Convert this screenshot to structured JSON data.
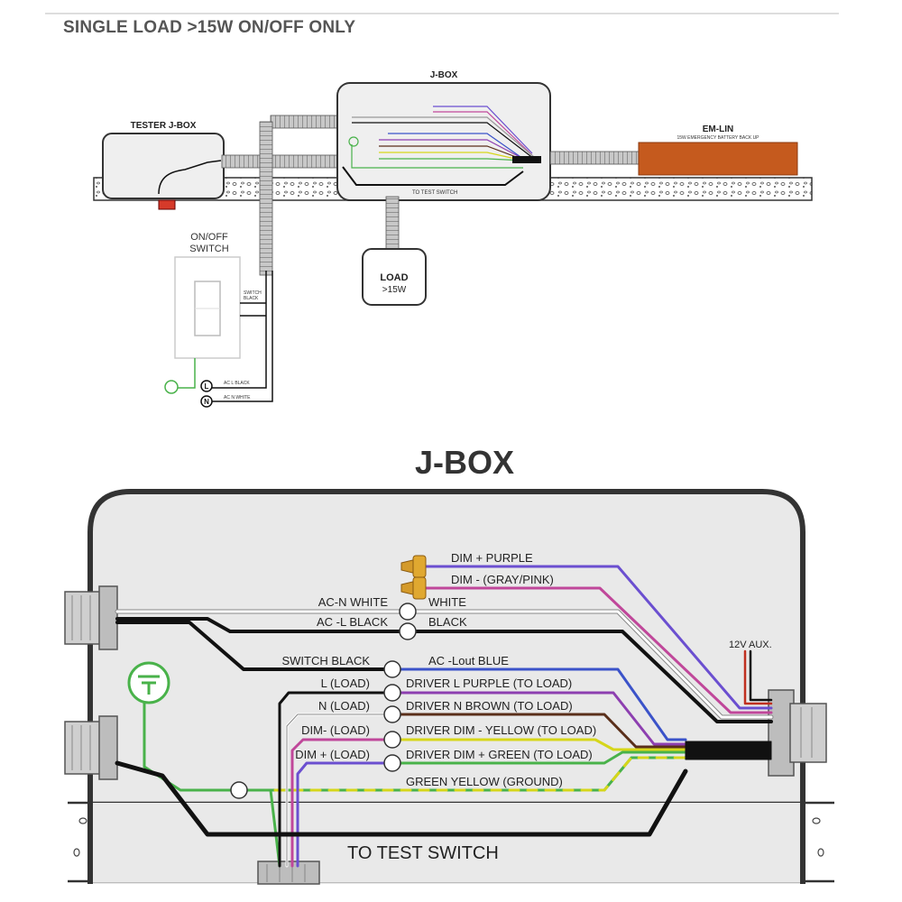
{
  "heading": "SINGLE LOAD >15W ON/OFF ONLY",
  "overview": {
    "jbox_label": "J-BOX",
    "tester_label": "TESTER J-BOX",
    "emlin_label": "EM-LIN",
    "emlin_sub": "15W EMERGENCY BATTERY BACK UP",
    "switch_label_1": "ON/OFF",
    "switch_label_2": "SWITCH",
    "switch_wire_1": "SWITCH",
    "switch_wire_2": "BLACK",
    "load_label_1": "LOAD",
    "load_label_2": ">15W",
    "ac_l": "AC L BLACK",
    "ac_n": "AC N WHITE",
    "to_test_switch": "TO TEST SWITCH",
    "l_symbol": "L",
    "n_symbol": "N"
  },
  "detail": {
    "title": "J-BOX",
    "aux_label": "12V AUX.",
    "to_test_switch": "TO TEST SWITCH",
    "left_labels": [
      "AC-N WHITE",
      "AC -L  BLACK",
      "SWITCH BLACK",
      "L  (LOAD)",
      "N (LOAD)",
      "DIM- (LOAD)",
      "DIM + (LOAD)"
    ],
    "right_labels": [
      "DIM +  PURPLE",
      "DIM -  (GRAY/PINK)",
      "WHITE",
      "BLACK",
      "AC -Lout BLUE",
      "DRIVER L PURPLE (TO LOAD)",
      "DRIVER N BROWN  (TO LOAD)",
      "DRIVER DIM -  YELLOW (TO LOAD)",
      "DRIVER DIM + GREEN (TO LOAD)",
      "GREEN YELLOW (GROUND)"
    ]
  },
  "colors": {
    "purple": "#6b4fd0",
    "pink": "#c0479a",
    "blue": "#3b53c9",
    "violet": "#8d3fb0",
    "brown": "#5a2f1a",
    "yellow": "#d6d61a",
    "green": "#49b24a",
    "black": "#111111",
    "orange": "#c55a1e"
  }
}
